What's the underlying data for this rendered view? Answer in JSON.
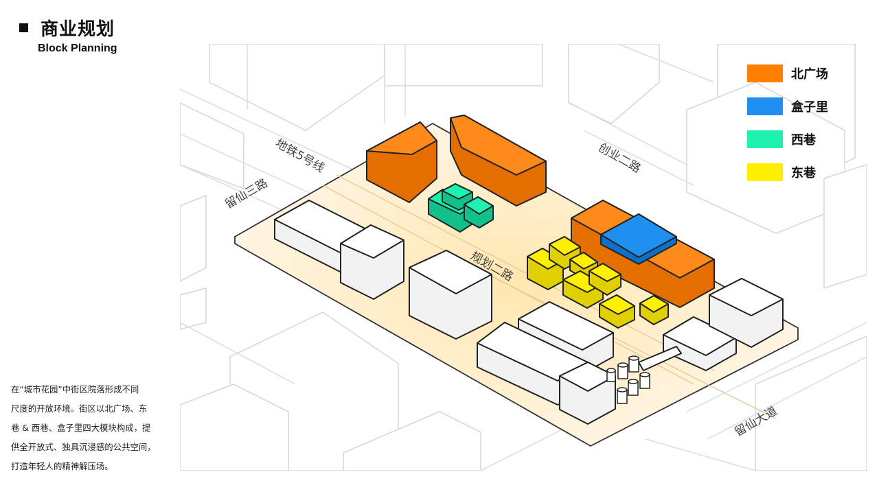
{
  "header": {
    "title": "商业规划",
    "subtitle": "Block Planning"
  },
  "description": [
    "在“城市花园”中街区院落形成不同",
    "尺度的开放环境。街区以北广场、东",
    "巷 & 西巷、盒子里四大模块构成，提",
    "供全开放式、独具沉浸感的公共空间，",
    "打造年轻人的精神解压场。"
  ],
  "legend": [
    {
      "label": "北广场",
      "color": "#FF8000"
    },
    {
      "label": "盒子里",
      "color": "#1E90F0"
    },
    {
      "label": "西巷",
      "color": "#1EF0B0"
    },
    {
      "label": "东巷",
      "color": "#FFF000"
    }
  ],
  "roads": {
    "metro_line": "地铁5号线",
    "liuxian_3rd": "留仙三路",
    "guihua_2nd": "规划二路",
    "chuangye_2nd": "创业二路",
    "liuxian_ave": "留仙大道"
  }
}
